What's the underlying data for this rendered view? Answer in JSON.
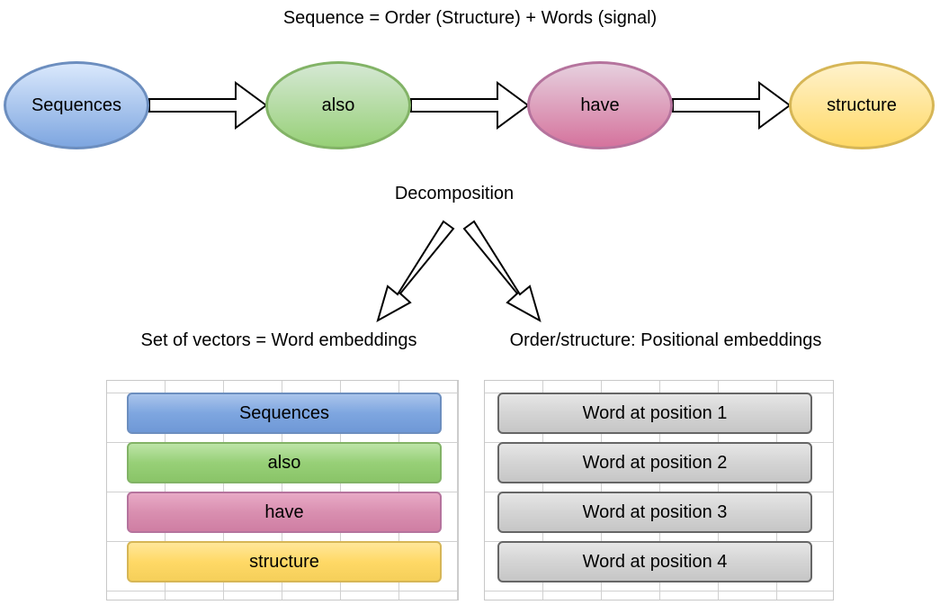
{
  "title": "Sequence = Order (Structure) + Words (signal)",
  "flow": {
    "nodes": [
      {
        "label": "Sequences",
        "color": "blue"
      },
      {
        "label": "also",
        "color": "green"
      },
      {
        "label": "have",
        "color": "pink"
      },
      {
        "label": "structure",
        "color": "yellow"
      }
    ]
  },
  "decomposition_label": "Decomposition",
  "word_embeddings": {
    "label": "Set of vectors = Word embeddings",
    "items": [
      "Sequences",
      "also",
      "have",
      "structure"
    ]
  },
  "positional_embeddings": {
    "label": "Order/structure: Positional embeddings",
    "items": [
      "Word at position 1",
      "Word at position 2",
      "Word at position 3",
      "Word at position 4"
    ]
  },
  "colors": {
    "blue": "#7ea6e0",
    "green": "#97d077",
    "pink": "#d5739d",
    "yellow": "#ffd966",
    "gray": "#cccccc"
  }
}
